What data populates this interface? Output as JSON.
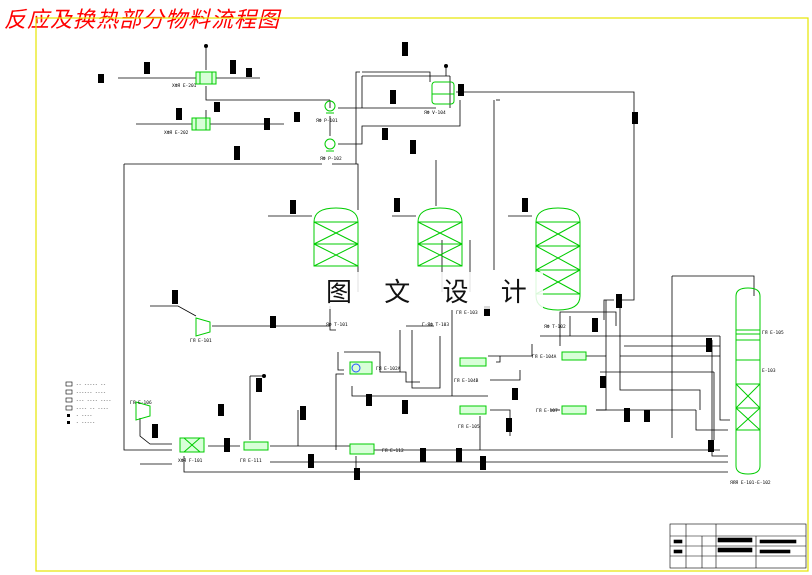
{
  "title": "反应及换热部分物料流程图",
  "watermark": "图 文 设 计",
  "colors": {
    "frame": "#e6e600",
    "equipment": "#00cc00",
    "line": "#000000",
    "title": "#ff0000",
    "accent_blue": "#2255ff"
  },
  "equipment_labels": {
    "e201": "ХФЯ E-201",
    "e202": "ХФЯ E-202",
    "p101": "ЯФ P-101",
    "p102": "ЯФ P-102",
    "v104": "ЯФ V-104",
    "e101_left": "ГЯ E-101",
    "r101": "ЯФ T-101",
    "r102": "ЯФ T-102",
    "r103": "Г-ЯФ T-103",
    "e102a": "ГЯ E-102A",
    "e103": "ГЯ E-103",
    "e104a": "ГЯ E-104A",
    "e104b": "ГЯ E-104B",
    "e105": "ГЯ E-105",
    "e106": "ГЯ E-106",
    "e107": "ГЯ E-107",
    "f101": "ХФЯ F-101",
    "e111": "ГЯ E-111",
    "e112": "ГЯ E-112",
    "t101": "ЯЯЯ E-101-E-102",
    "t101_top": "ГЯ E-105",
    "t101_mid": "E-103"
  },
  "legend": [
    "-- ----- --",
    "------ ----",
    "--- ---- ----",
    "---- -- ----",
    "- ----",
    "- -----"
  ]
}
